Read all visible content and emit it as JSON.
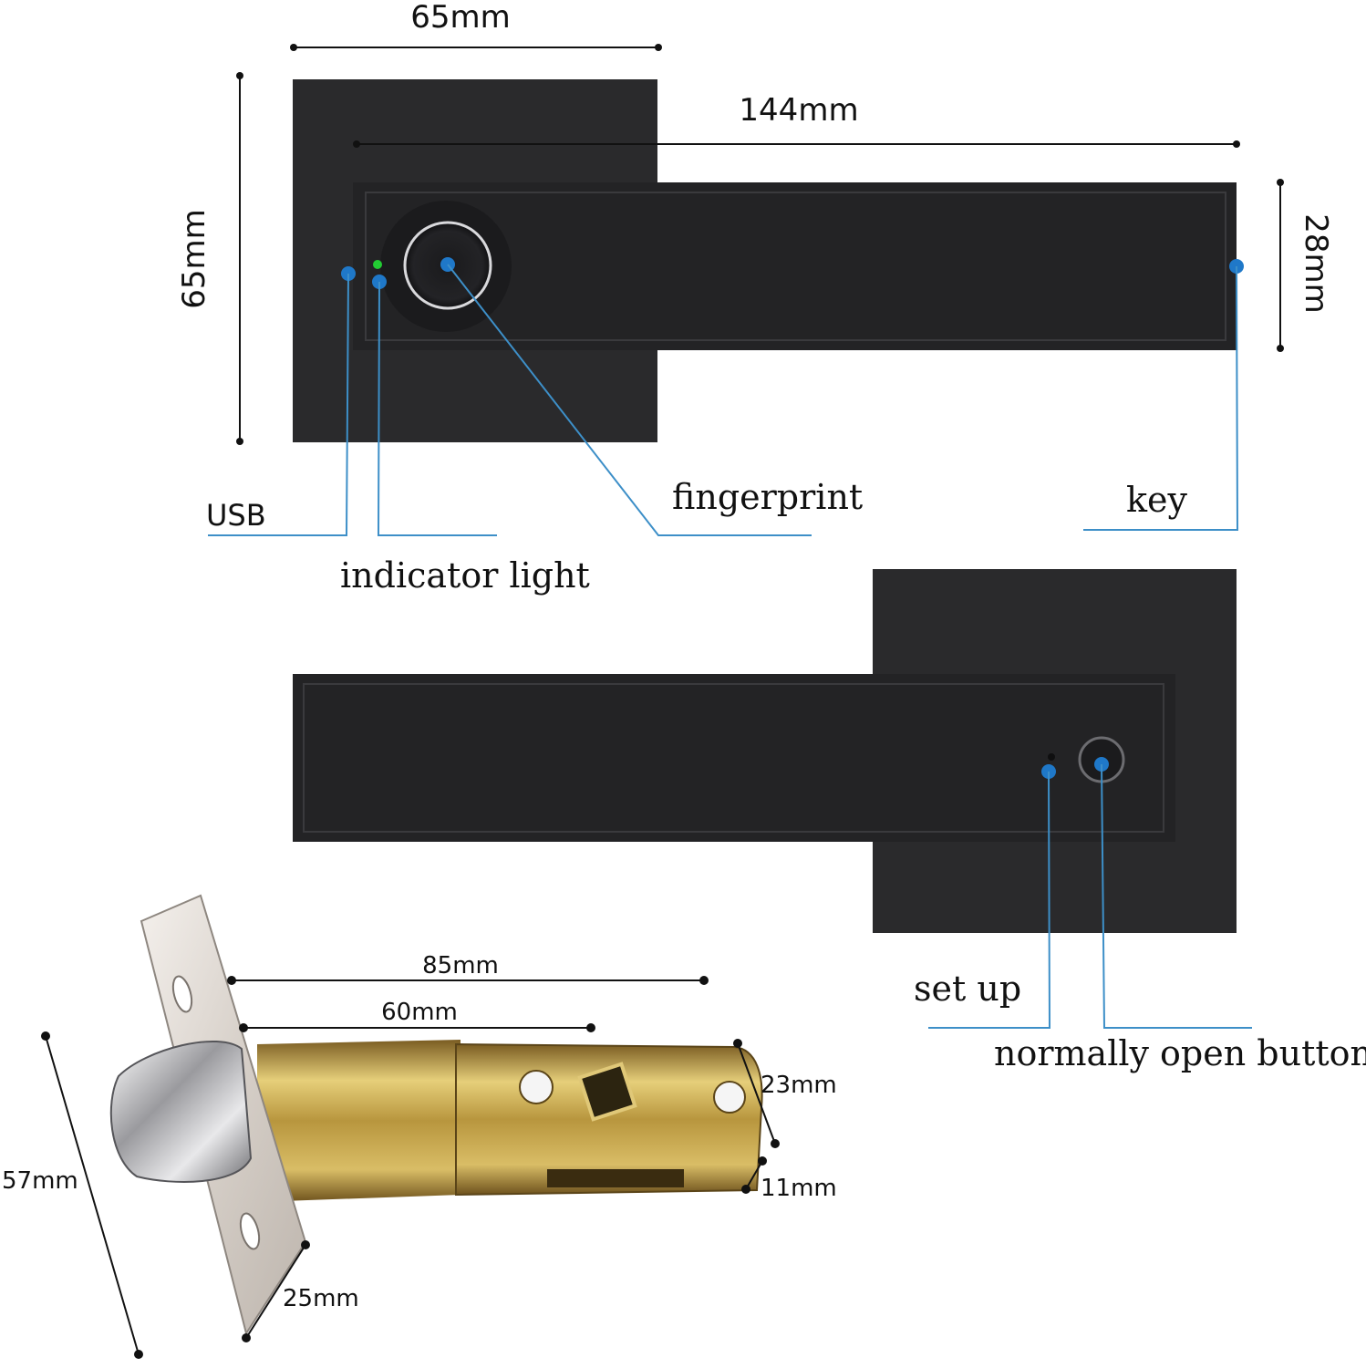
{
  "dimensions": {
    "rose_width": "65mm",
    "rose_height": "65mm",
    "handle_length": "144mm",
    "handle_height": "28mm",
    "latch_length": "85mm",
    "latch_body": "60mm",
    "latch_diameter": "23mm",
    "latch_bolt": "11mm",
    "faceplate_height": "57mm",
    "faceplate_width": "25mm"
  },
  "callouts": {
    "usb": "USB",
    "indicator_light": "indicator light",
    "fingerprint": "fingerprint",
    "key": "key",
    "set_up": "set up",
    "normally_open_button": "normally open button"
  },
  "colors": {
    "lock_body": "#2a2a2c",
    "handle": "#232325",
    "callout_line": "#3d8fc8",
    "callout_dot": "#1f78c8",
    "indicator_green": "#22cc33",
    "brass": "#b8963e",
    "steel": "#d8d2cc"
  }
}
